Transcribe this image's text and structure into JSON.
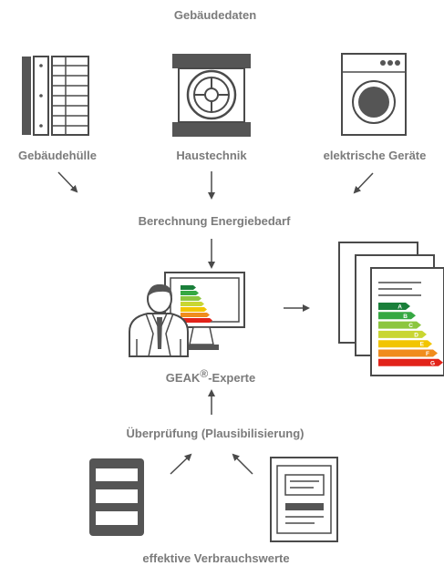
{
  "title": "Gebäudedaten",
  "inputs": [
    {
      "label": "Gebäudehülle",
      "icon": "wall-layers-icon"
    },
    {
      "label": "Haustechnik",
      "icon": "ventilation-unit-icon"
    },
    {
      "label": "elektrische Geräte",
      "icon": "washing-machine-icon"
    }
  ],
  "calculation_label": "Berechnung Energiebedarf",
  "expert": {
    "label_main": "GEAK",
    "label_mark": "®",
    "label_suffix": "-Experte",
    "icon": "expert-at-monitor-icon"
  },
  "report": {
    "icon": "energy-certificate-document-icon",
    "classes": [
      "A",
      "B",
      "C",
      "D",
      "E",
      "F",
      "G"
    ]
  },
  "verification_label": "Überprüfung (Plausibilisierung)",
  "sources": [
    {
      "icon": "database-cylinder-icon"
    },
    {
      "icon": "meter-bill-document-icon"
    }
  ],
  "consumption_label": "effektive Verbrauchswerte",
  "colors": {
    "text": "#7b7b7b",
    "icon": "#4a4a4a",
    "class_colors": [
      "#1a7f3a",
      "#36a843",
      "#8cc63f",
      "#c9d632",
      "#f2c500",
      "#f08c1d",
      "#e2231a"
    ]
  }
}
